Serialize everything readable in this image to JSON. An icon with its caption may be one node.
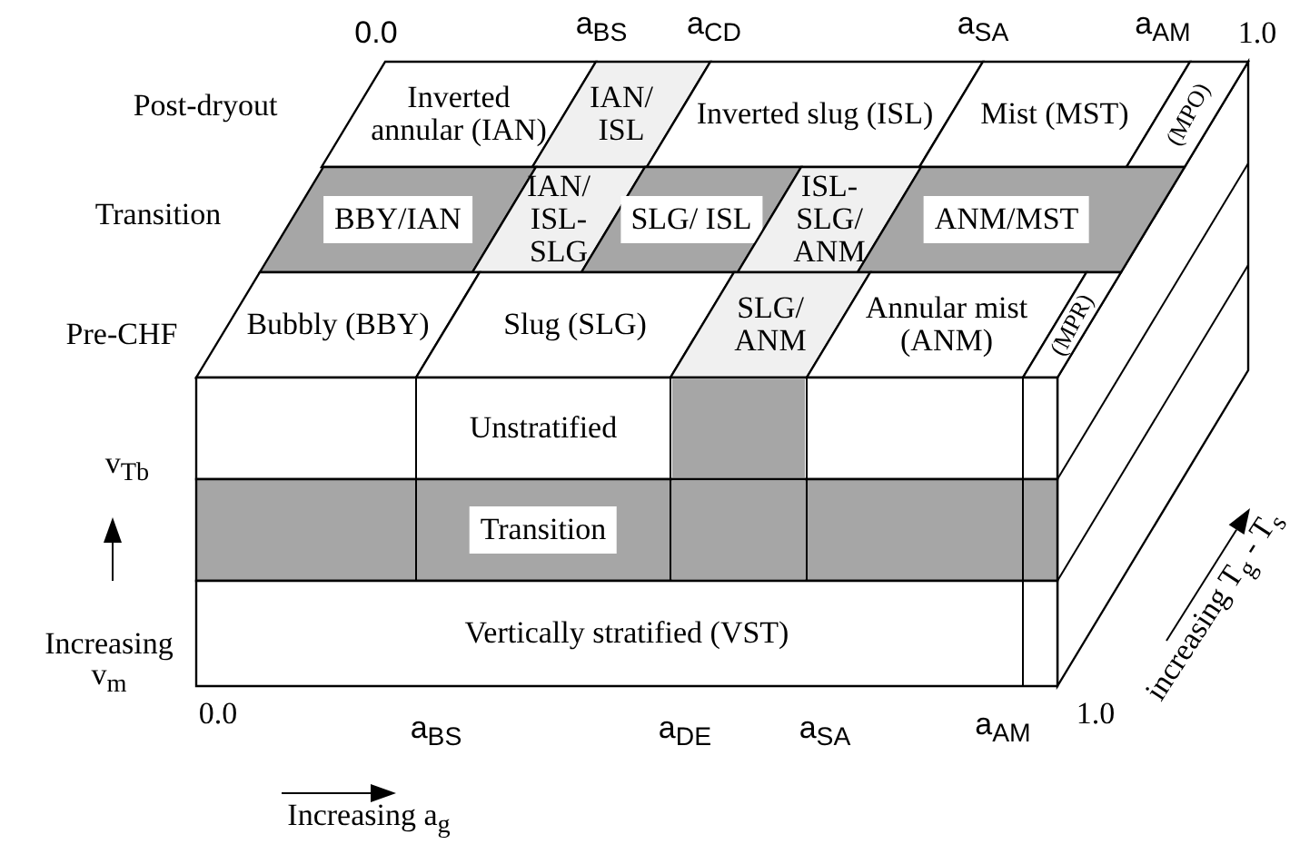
{
  "diagram": {
    "nodes": [
      {
        "text": [
          "Inverted annular (IAN)"
        ]
      },
      {
        "text": [
          "IAN/ ISL"
        ]
      },
      {
        "text": [
          "Inverted slug (ISL)"
        ]
      },
      {
        "text": [
          "Mist (MST)"
        ]
      },
      {
        "text": [
          "(MPO)"
        ]
      },
      {
        "text": [
          "BBY/IAN"
        ]
      },
      {
        "text": [
          "IAN/ ISL- SLG"
        ]
      },
      {
        "text": [
          "SLG/ ISL"
        ]
      },
      {
        "text": [
          "ISL- SLG/ ANM"
        ]
      },
      {
        "text": [
          "ANM/MST"
        ]
      },
      {
        "text": [
          "Bubbly (BBY)"
        ]
      },
      {
        "text": [
          "Slug (SLG)"
        ]
      },
      {
        "text": [
          "SLG/ ANM"
        ]
      },
      {
        "text": [
          "Annular mist (ANM)"
        ]
      },
      {
        "text": [
          "(MPR)"
        ]
      },
      {
        "text": [
          "Unstratified"
        ]
      },
      {
        "text": [
          "Transition"
        ]
      },
      {
        "text": [
          "Vertically stratified (VST)"
        ]
      }
    ],
    "labels": [
      "0.0",
      "a$_{BS}$",
      "a$_{CD}$",
      "a$_{SA}$",
      "a$_{AM}$",
      "1.0",
      "Post-dryout",
      "Transition",
      "Pre-CHF",
      "v$_{Tb}$",
      "Increasing v$_{m}$",
      "0.0",
      "a$_{BS}$",
      "a$_{DE}$",
      "a$_{SA}$",
      "a$_{AM}$",
      "1.0",
      "Increasing a$_{g}$",
      "increasing T$_{g}$ - T$_{s}$"
    ]
  }
}
